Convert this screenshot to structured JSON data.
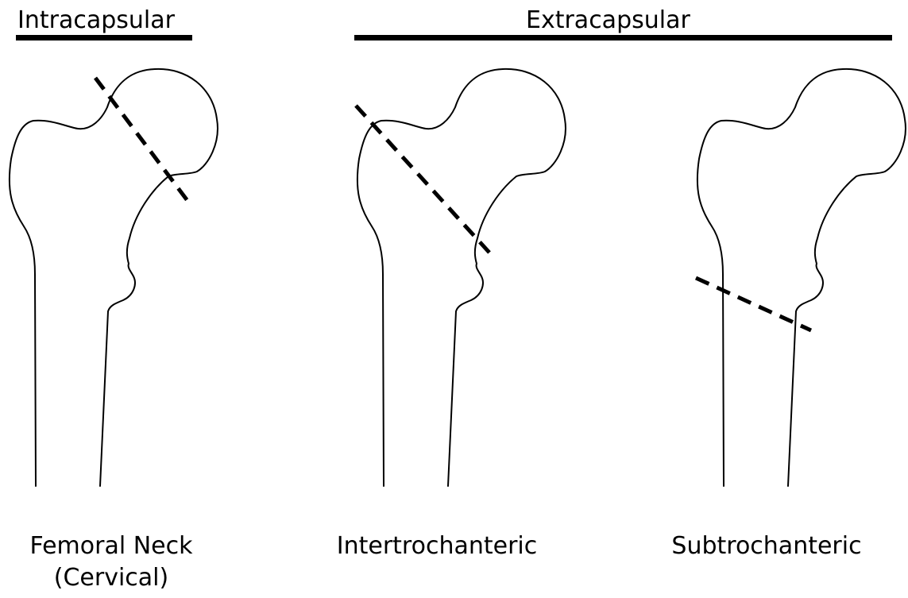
{
  "headers": {
    "intracapsular": "Intracapsular",
    "extracapsular": "Extracapsular"
  },
  "fractures": [
    {
      "line1": "Femoral Neck",
      "line2": "(Cervical)"
    },
    {
      "line1": "Intertrochanteric",
      "line2": ""
    },
    {
      "line1": "Subtrochanteric",
      "line2": ""
    }
  ],
  "colors": {
    "outline": "#000000",
    "background": "#ffffff"
  }
}
